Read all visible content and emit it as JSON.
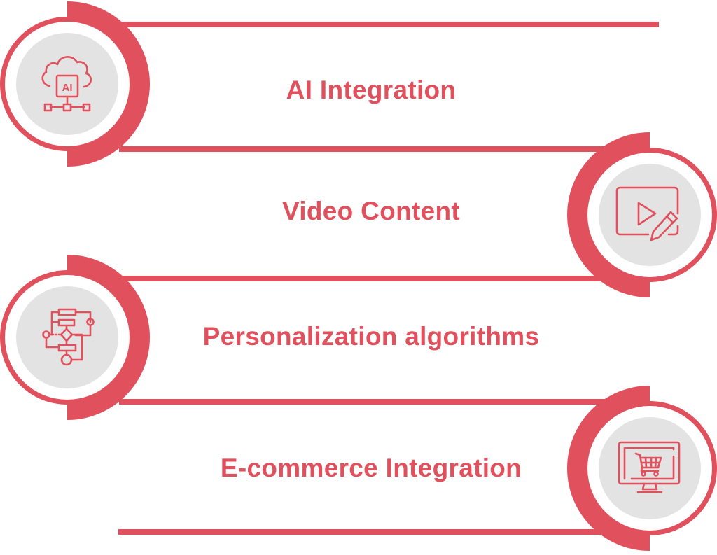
{
  "colors": {
    "accent": "#e0505d",
    "icon_bg": "#e3e3e3",
    "background": "#ffffff"
  },
  "steps": [
    {
      "label": "AI Integration",
      "icon": "cloud-ai-network-icon",
      "side": "left"
    },
    {
      "label": "Video Content",
      "icon": "video-edit-icon",
      "side": "right"
    },
    {
      "label": "Personalization algorithms",
      "icon": "flowchart-icon",
      "side": "left"
    },
    {
      "label": "E-commerce Integration",
      "icon": "monitor-shopping-cart-icon",
      "side": "right"
    }
  ]
}
